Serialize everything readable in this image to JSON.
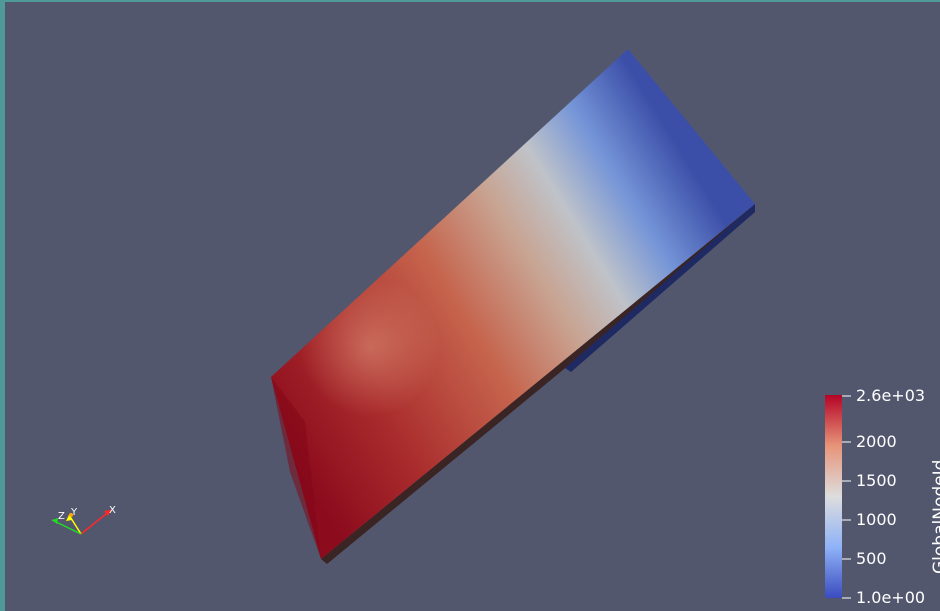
{
  "viewport": {
    "background": "#52576e",
    "frame_color": "#4f9a98"
  },
  "colorbar": {
    "title": "GlobalNodeId",
    "tick_labels": [
      "2.6e+03",
      "2000",
      "1500",
      "1000",
      "500",
      "1.0e+00"
    ],
    "range": [
      1,
      2600
    ],
    "colormap": "Cool to Warm",
    "colors": [
      "#3b4cc0",
      "#dddddd",
      "#b40426"
    ]
  },
  "axes": {
    "x_label": "X",
    "y_label": "Y",
    "z_label": "Z",
    "x_color": "#ff2828",
    "y_color": "#ffff00",
    "z_color": "#22dd22"
  }
}
